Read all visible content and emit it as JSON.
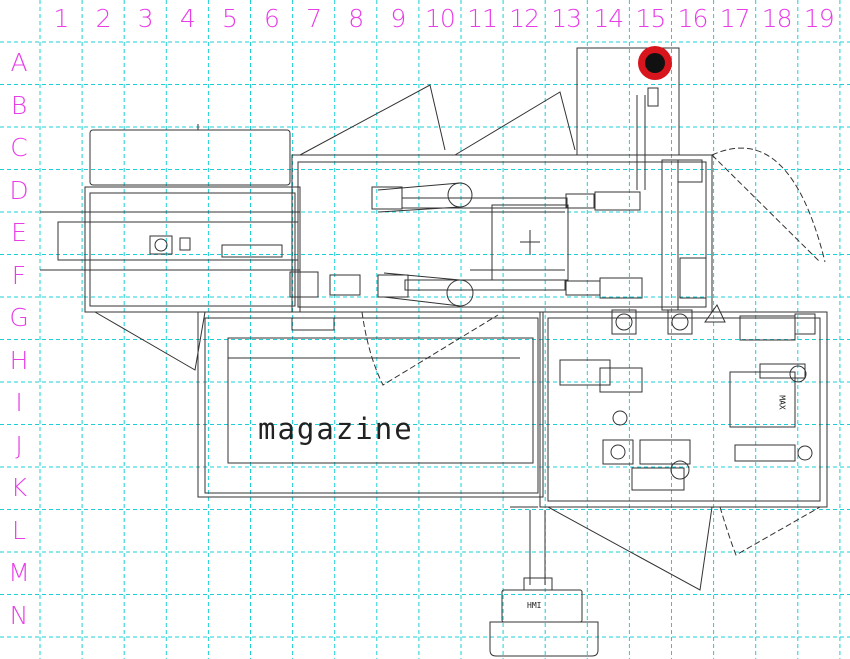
{
  "grid": {
    "columns": [
      "1",
      "2",
      "3",
      "4",
      "5",
      "6",
      "7",
      "8",
      "9",
      "10",
      "11",
      "12",
      "13",
      "14",
      "15",
      "16",
      "17",
      "18",
      "19"
    ],
    "rows": [
      "A",
      "B",
      "C",
      "D",
      "E",
      "F",
      "G",
      "H",
      "I",
      "J",
      "K",
      "L",
      "M",
      "N"
    ],
    "line_color": "#1ad0d6",
    "label_color": "#e83ee8"
  },
  "drawing": {
    "magazine_label": "magazine",
    "hmi_label": "HMI",
    "side_label": "MAX",
    "line_color": "#333333"
  },
  "marker": {
    "location": "A15",
    "ring_color": "#d8141c",
    "core_color": "#111111"
  }
}
